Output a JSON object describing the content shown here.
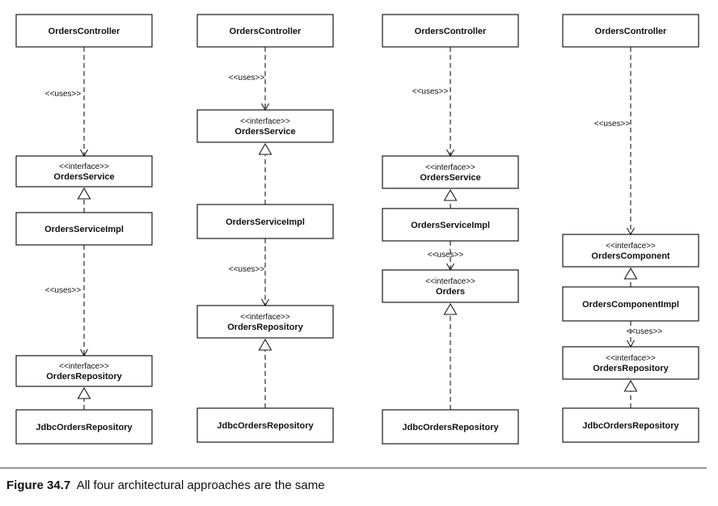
{
  "diagrams": [
    {
      "boxes": [
        {
          "stereotype": "",
          "name": "OrdersController"
        },
        {
          "stereotype": "<<interface>>",
          "name": "OrdersService"
        },
        {
          "stereotype": "",
          "name": "OrdersServiceImpl"
        },
        {
          "stereotype": "<<interface>>",
          "name": "OrdersRepository"
        },
        {
          "stereotype": "",
          "name": "JdbcOrdersRepository"
        }
      ],
      "links": [
        {
          "from": 0,
          "to": 1,
          "kind": "uses",
          "label": "<<uses>>"
        },
        {
          "from": 2,
          "to": 1,
          "kind": "realizes",
          "label": ""
        },
        {
          "from": 2,
          "to": 3,
          "kind": "uses",
          "label": "<<uses>>"
        },
        {
          "from": 4,
          "to": 3,
          "kind": "realizes",
          "label": ""
        }
      ]
    },
    {
      "boxes": [
        {
          "stereotype": "",
          "name": "OrdersController"
        },
        {
          "stereotype": "<<interface>>",
          "name": "OrdersService"
        },
        {
          "stereotype": "",
          "name": "OrdersServiceImpl"
        },
        {
          "stereotype": "<<interface>>",
          "name": "OrdersRepository"
        },
        {
          "stereotype": "",
          "name": "JdbcOrdersRepository"
        }
      ],
      "links": [
        {
          "from": 0,
          "to": 1,
          "kind": "uses",
          "label": "<<uses>>"
        },
        {
          "from": 2,
          "to": 1,
          "kind": "realizes",
          "label": ""
        },
        {
          "from": 2,
          "to": 3,
          "kind": "uses",
          "label": "<<uses>>"
        },
        {
          "from": 4,
          "to": 3,
          "kind": "realizes",
          "label": ""
        }
      ]
    },
    {
      "boxes": [
        {
          "stereotype": "",
          "name": "OrdersController"
        },
        {
          "stereotype": "<<interface>>",
          "name": "OrdersService"
        },
        {
          "stereotype": "",
          "name": "OrdersServiceImpl"
        },
        {
          "stereotype": "<<interface>>",
          "name": "Orders"
        },
        {
          "stereotype": "",
          "name": "JdbcOrdersRepository"
        }
      ],
      "links": [
        {
          "from": 0,
          "to": 1,
          "kind": "uses",
          "label": "<<uses>>"
        },
        {
          "from": 2,
          "to": 1,
          "kind": "realizes",
          "label": ""
        },
        {
          "from": 2,
          "to": 3,
          "kind": "uses",
          "label": "<<uses>>"
        },
        {
          "from": 4,
          "to": 3,
          "kind": "realizes",
          "label": ""
        }
      ]
    },
    {
      "boxes": [
        {
          "stereotype": "",
          "name": "OrdersController"
        },
        {
          "stereotype": "<<interface>>",
          "name": "OrdersComponent"
        },
        {
          "stereotype": "",
          "name": "OrdersComponentImpl"
        },
        {
          "stereotype": "<<interface>>",
          "name": "OrdersRepository"
        },
        {
          "stereotype": "",
          "name": "JdbcOrdersRepository"
        }
      ],
      "links": [
        {
          "from": 0,
          "to": 1,
          "kind": "uses",
          "label": "<<uses>>"
        },
        {
          "from": 2,
          "to": 1,
          "kind": "realizes",
          "label": ""
        },
        {
          "from": 2,
          "to": 3,
          "kind": "uses",
          "label": "<<uses>>"
        },
        {
          "from": 4,
          "to": 3,
          "kind": "realizes",
          "label": ""
        }
      ]
    }
  ],
  "caption": {
    "number": "Figure 34.7",
    "text": "All four architectural approaches are the same"
  }
}
